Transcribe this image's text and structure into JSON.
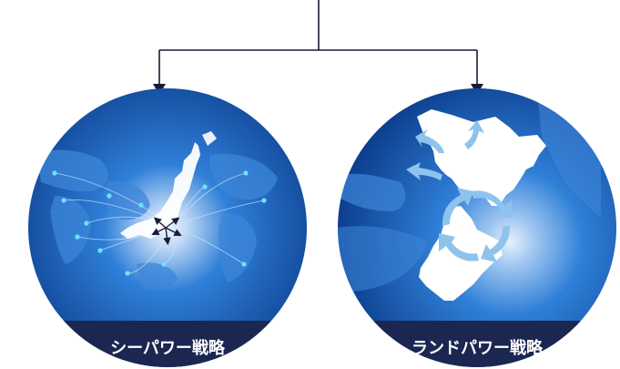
{
  "diagram": {
    "colors": {
      "connector": "#1a1a3a",
      "sphere_light": "#f4f8ff",
      "sphere_mid": "#2f7fd8",
      "sphere_dark": "#0d3f8e",
      "land": "#ffffff",
      "label_band": "#1b2750",
      "label_text": "#ffffff",
      "route_dot": "#6fe0ff",
      "cycle_arrow": "#8ec3ee"
    },
    "left": {
      "label": "シーパワー戦略",
      "image": "world-map-with-sea-routes-from-japan"
    },
    "right": {
      "label": "ランドパワー戦略",
      "image": "regional-land-map-with-circular-arrows"
    }
  }
}
